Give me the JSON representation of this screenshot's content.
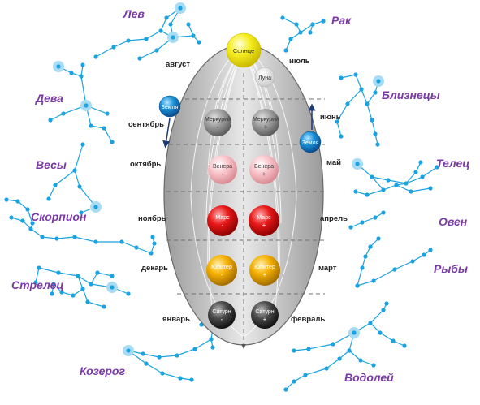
{
  "constellations": {
    "leo": "Лев",
    "cancer": "Рак",
    "gemini": "Близнецы",
    "virgo": "Дева",
    "libra": "Весы",
    "scorpio": "Скорпион",
    "taurus": "Телец",
    "aries": "Овен",
    "pisces": "Рыбы",
    "sagittarius": "Стрелец",
    "capricorn": "Козерог",
    "aquarius": "Водолей"
  },
  "months": {
    "august": "август",
    "july": "июль",
    "september": "сентябрь",
    "june": "июнь",
    "october": "октябрь",
    "may": "май",
    "november": "ноябрь",
    "april": "апрель",
    "december": "декарь",
    "march": "март",
    "january": "январь",
    "february": "февраль"
  },
  "bodies": {
    "sun": "Солнце",
    "moon": "Луна",
    "earth_left": "Земля",
    "earth_right": "Земля",
    "mercury_left": "Меркурий",
    "mercury_left_sign": "-",
    "mercury_right": "Меркурий",
    "mercury_right_sign": "+",
    "venus_left": "Венера",
    "venus_left_sign": "-",
    "venus_right": "Венера",
    "venus_right_sign": "+",
    "mars_left": "Марс",
    "mars_left_sign": "-",
    "mars_right": "Марс",
    "mars_right_sign": "+",
    "jupiter_left": "Юпитер",
    "jupiter_left_sign": "-",
    "jupiter_right": "Юпитер",
    "jupiter_right_sign": "+",
    "saturn_left": "Сатурн",
    "saturn_left_sign": "-",
    "saturn_right": "Сатурн",
    "saturn_right_sign": "+"
  },
  "colors": {
    "star": "#1aa3e0",
    "star_halo": "#a8dcf4",
    "constellation_label": "#7a3aa6",
    "sun": "#f2e600",
    "mercury": "#8a8a8a",
    "venus": "#f4a8b0",
    "mars": "#e01010",
    "jupiter": "#f0a800",
    "saturn": "#3a3a3a",
    "earth": "#1a90d8"
  }
}
